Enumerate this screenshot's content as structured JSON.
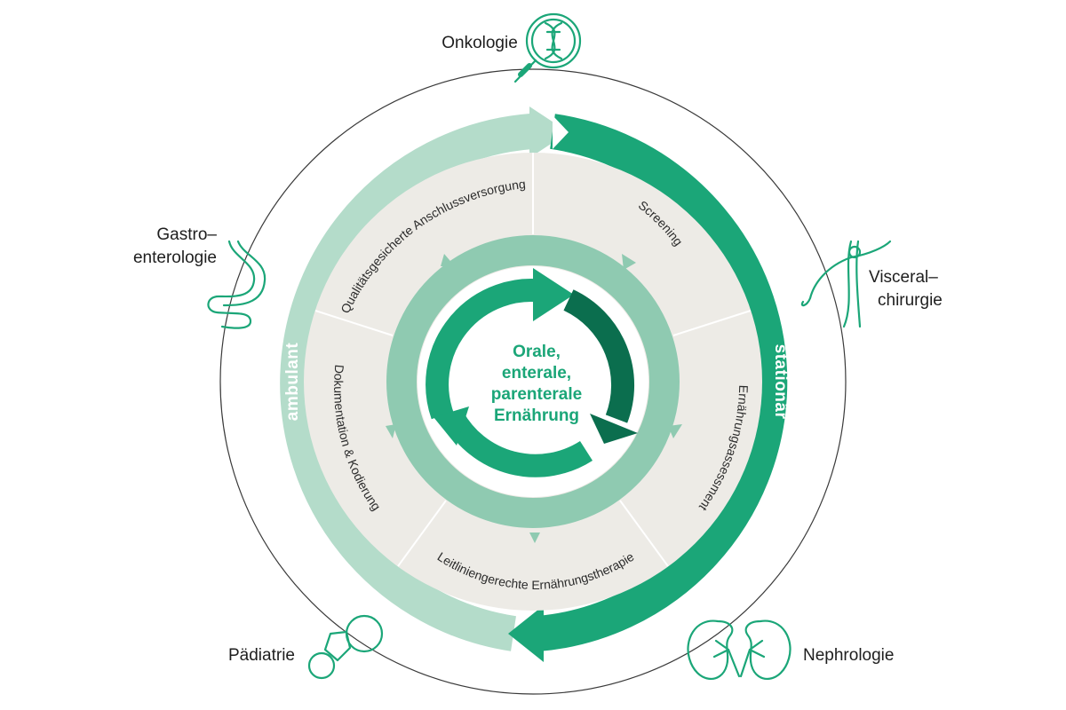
{
  "center": {
    "line1": "Orale,",
    "line2": "enterale,",
    "line3": "parenterale",
    "line4": "Ernährung"
  },
  "ring_segments": [
    {
      "label": "Screening"
    },
    {
      "label": "Ernährungsassessment"
    },
    {
      "label": "Leitliniengerechte Ernährungstherapie"
    },
    {
      "label": "Dokumentation & Kodierung"
    },
    {
      "label": "Qualitätsgesicherte Anschlussversorgung"
    }
  ],
  "arcs": {
    "left_label": "ambulant",
    "right_label": "stationär"
  },
  "specialties": {
    "top": {
      "line1": "Onkologie",
      "icon": "magnifier-dna-icon"
    },
    "left": {
      "line1": "Gastro–",
      "line2": "enterologie",
      "icon": "intestine-icon"
    },
    "right": {
      "line1": "Visceral–",
      "line2": "chirurgie",
      "icon": "surgical-suture-icon"
    },
    "bottom_left": {
      "line1": "Pädiatrie",
      "icon": "pacifier-icon"
    },
    "bottom_right": {
      "line1": "Nephrologie",
      "icon": "kidneys-icon"
    }
  },
  "colors": {
    "dark_green": "#1ba678",
    "darker_green": "#0b6e4e",
    "mid_green": "#8fcab1",
    "light_green": "#b4dcca",
    "segment_bg": "#edebe6",
    "outline": "#3a3a3a"
  }
}
